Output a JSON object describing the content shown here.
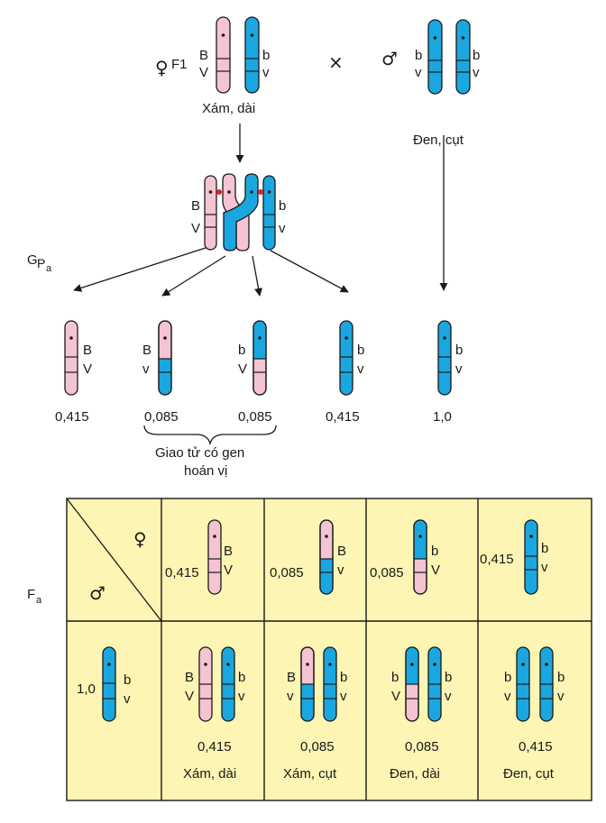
{
  "colors": {
    "pink": "#f4c4d2",
    "blue": "#1aa7e0",
    "table_bg": "#fdf5b3",
    "crossover_dot": "#e0202a",
    "line": "#1a1a1a"
  },
  "parents": {
    "female_symbol": "♀",
    "female_gen": "F1",
    "female_top_allele": "B",
    "female_bottom_allele": "V",
    "female_top_allele_2": "b",
    "female_bottom_allele_2": "v",
    "female_phenotype": "Xám, dài",
    "cross_symbol": "×",
    "male_symbol": "♂",
    "male_left_top": "b",
    "male_left_bottom": "v",
    "male_right_top": "b",
    "male_right_bottom": "v",
    "male_phenotype": "Đen, cụt"
  },
  "crossover": {
    "left_top": "B",
    "left_bottom": "V",
    "right_top": "b",
    "right_bottom": "v"
  },
  "gametes_label": {
    "main": "G",
    "sub1": "P",
    "sub2": "a"
  },
  "gametes": [
    {
      "top": "B",
      "bottom": "V",
      "freq": "0,415"
    },
    {
      "top": "B",
      "bottom": "v",
      "freq": "0,085"
    },
    {
      "top": "b",
      "bottom": "V",
      "freq": "0,085"
    },
    {
      "top": "b",
      "bottom": "v",
      "freq": "0,415"
    },
    {
      "top": "b",
      "bottom": "v",
      "freq": "1,0"
    }
  ],
  "recombinant_note": [
    "Giao tử có gen",
    "hoán vị"
  ],
  "table": {
    "gen_label_main": "F",
    "gen_label_sub": "a",
    "female_symbol": "♀",
    "male_symbol": "♂",
    "col_headers": [
      {
        "freq": "0,415",
        "top": "B",
        "bottom": "V"
      },
      {
        "freq": "0,085",
        "top": "B",
        "bottom": "v"
      },
      {
        "freq": "0,085",
        "top": "b",
        "bottom": "V"
      },
      {
        "freq": "0,415",
        "top": "b",
        "bottom": "v"
      }
    ],
    "row_header": {
      "freq": "1,0",
      "top": "b",
      "bottom": "v"
    },
    "offspring": [
      {
        "top1": "B",
        "bottom1": "V",
        "top2": "b",
        "bottom2": "v",
        "freq": "0,415",
        "phenotype": "Xám, dài"
      },
      {
        "top1": "B",
        "bottom1": "v",
        "top2": "b",
        "bottom2": "v",
        "freq": "0,085",
        "phenotype": "Xám, cụt"
      },
      {
        "top1": "b",
        "bottom1": "V",
        "top2": "b",
        "bottom2": "v",
        "freq": "0,085",
        "phenotype": "Đen, dài"
      },
      {
        "top1": "b",
        "bottom1": "v",
        "top2": "b",
        "bottom2": "v",
        "freq": "0,415",
        "phenotype": "Đen, cụt"
      }
    ]
  }
}
